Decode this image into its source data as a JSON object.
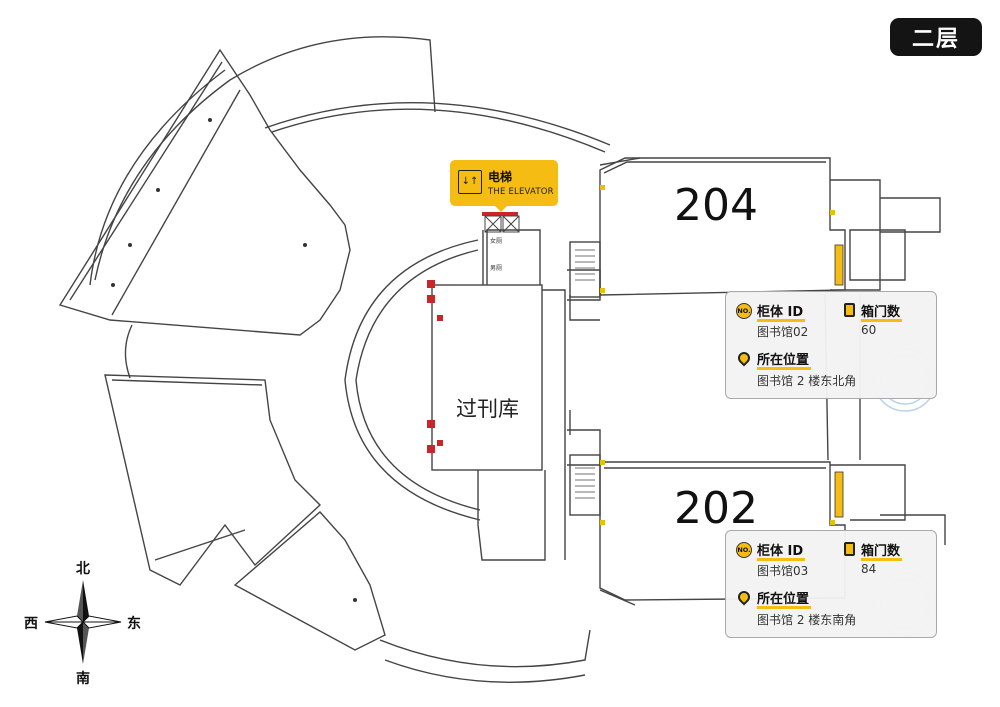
{
  "floor_label": "二层",
  "rooms": {
    "room_204": "204",
    "room_202": "202",
    "periodical_store": "过刊库"
  },
  "elevator": {
    "title": "电梯",
    "subtitle": "THE ELEVATOR"
  },
  "lockers": [
    {
      "id_label": "柜体 ID",
      "id_value": "图书馆02",
      "doors_label": "箱门数",
      "doors_value": "60",
      "location_label": "所在位置",
      "location_value": "图书馆 2 楼东北角"
    },
    {
      "id_label": "柜体 ID",
      "id_value": "图书馆03",
      "doors_label": "箱门数",
      "doors_value": "84",
      "location_label": "所在位置",
      "location_value": "图书馆 2 楼东南角"
    }
  ],
  "small_labels": {
    "female_wc": "女厕",
    "male_wc": "男厕"
  },
  "compass": {
    "north": "北",
    "south": "南",
    "east": "东",
    "west": "西"
  },
  "colors": {
    "accent": "#f5bd14",
    "wall": "#444444",
    "column": "#c9252b",
    "badge": "#141414"
  }
}
